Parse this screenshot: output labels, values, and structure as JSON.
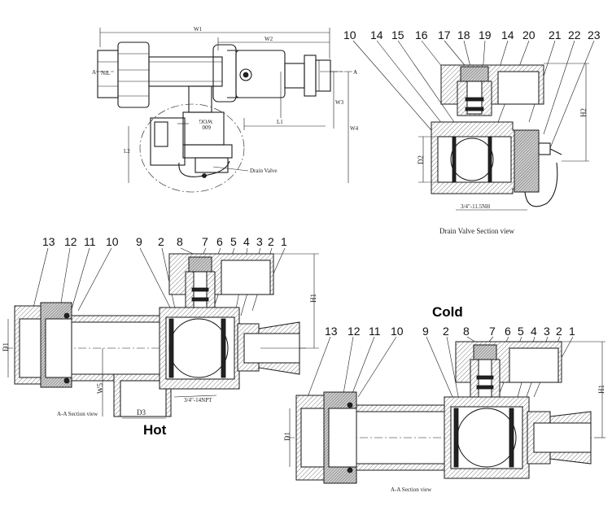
{
  "top_view": {
    "labels": [
      "W1",
      "W2",
      "W3",
      "W4",
      "L1",
      "L2",
      "NIL",
      "A",
      "A"
    ],
    "stamp_line1": "600",
    "stamp_line2": "WOG",
    "callout": "Drain Valve"
  },
  "drain_section": {
    "numbers": [
      "10",
      "14",
      "15",
      "16",
      "17",
      "18",
      "19",
      "14",
      "20",
      "21",
      "22",
      "23"
    ],
    "dims": [
      "D2",
      "H2"
    ],
    "thread": "3/4\"-11.5NH",
    "caption": "Drain Valve Section view"
  },
  "hot_section": {
    "numbers": [
      "13",
      "12",
      "11",
      "10",
      "9",
      "2",
      "8",
      "7",
      "6",
      "5",
      "4",
      "3",
      "2",
      "1"
    ],
    "dims": [
      "D1",
      "H1",
      "W5",
      "D3"
    ],
    "thread": "3/4\"-14NPT",
    "caption": "A-A Section view",
    "title": "Hot"
  },
  "cold_section": {
    "numbers": [
      "13",
      "12",
      "11",
      "10",
      "9",
      "2",
      "8",
      "7",
      "6",
      "5",
      "4",
      "3",
      "2",
      "1"
    ],
    "dims": [
      "D1",
      "H1"
    ],
    "caption": "A-A Section view",
    "title": "Cold"
  }
}
